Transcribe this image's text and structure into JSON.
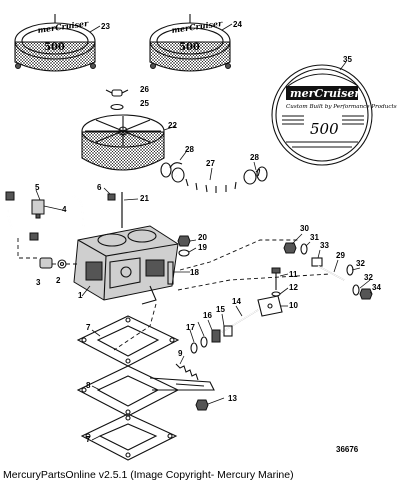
{
  "diagram": {
    "brand_text": "merCruiser",
    "decal_subtitle": "Custom Built by Performance Products",
    "decal_number": "500",
    "figure_id": "36676",
    "callouts": [
      "23",
      "24",
      "35",
      "26",
      "25",
      "22",
      "28",
      "27",
      "28",
      "5",
      "4",
      "6",
      "21",
      "20",
      "19",
      "18",
      "3",
      "2",
      "1",
      "30",
      "31",
      "33",
      "29",
      "32",
      "34",
      "32",
      "11",
      "12",
      "10",
      "14",
      "15",
      "16",
      "17",
      "7",
      "9",
      "8",
      "13",
      "7"
    ]
  },
  "footer": {
    "text": "MercuryPartsOnline v2.5.1 (Image Copyright- Mercury Marine)"
  }
}
